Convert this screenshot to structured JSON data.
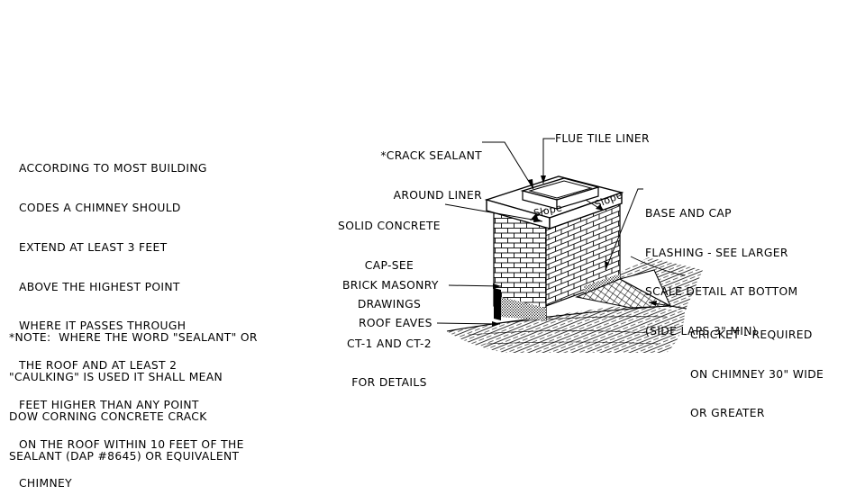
{
  "notes": {
    "chimney_height": [
      "ACCORDING TO MOST BUILDING",
      "CODES A CHIMNEY SHOULD",
      "EXTEND AT LEAST 3 FEET",
      "ABOVE THE HIGHEST POINT",
      "WHERE IT PASSES THROUGH",
      "THE ROOF AND AT LEAST 2",
      "FEET HIGHER THAN ANY POINT",
      "ON THE ROOF WITHIN 10 FEET OF THE",
      "CHIMNEY"
    ],
    "sealant_note": [
      "*NOTE:  WHERE THE WORD \"SEALANT\" OR",
      "\"CAULKING\" IS USED IT SHALL MEAN",
      "DOW CORNING CONCRETE CRACK",
      "SEALANT (DAP #8645) OR EQUIVALENT"
    ]
  },
  "labels": {
    "crack_sealant": [
      "*CRACK SEALANT",
      "AROUND LINER"
    ],
    "flue_tile_liner": "FLUE TILE LINER",
    "solid_concrete_cap": [
      "SOLID CONCRETE",
      "CAP-SEE",
      "DRAWINGS",
      "CT-1 AND CT-2",
      "FOR DETAILS"
    ],
    "base_cap_flashing": [
      "BASE AND CAP",
      "FLASHING - SEE LARGER",
      "SCALE DETAIL AT BOTTOM",
      "(SIDE LAPS 3\" MIN)"
    ],
    "brick_masonry": "BRICK MASONRY",
    "roof_eaves": "ROOF EAVES",
    "cricket": [
      "CRICKET - REQUIRED",
      "ON CHIMNEY 30\" WIDE",
      "OR GREATER"
    ],
    "slope_left": "Slope",
    "slope_right": "Slope"
  },
  "colors": {
    "ink": "#000000",
    "paper": "#ffffff"
  }
}
